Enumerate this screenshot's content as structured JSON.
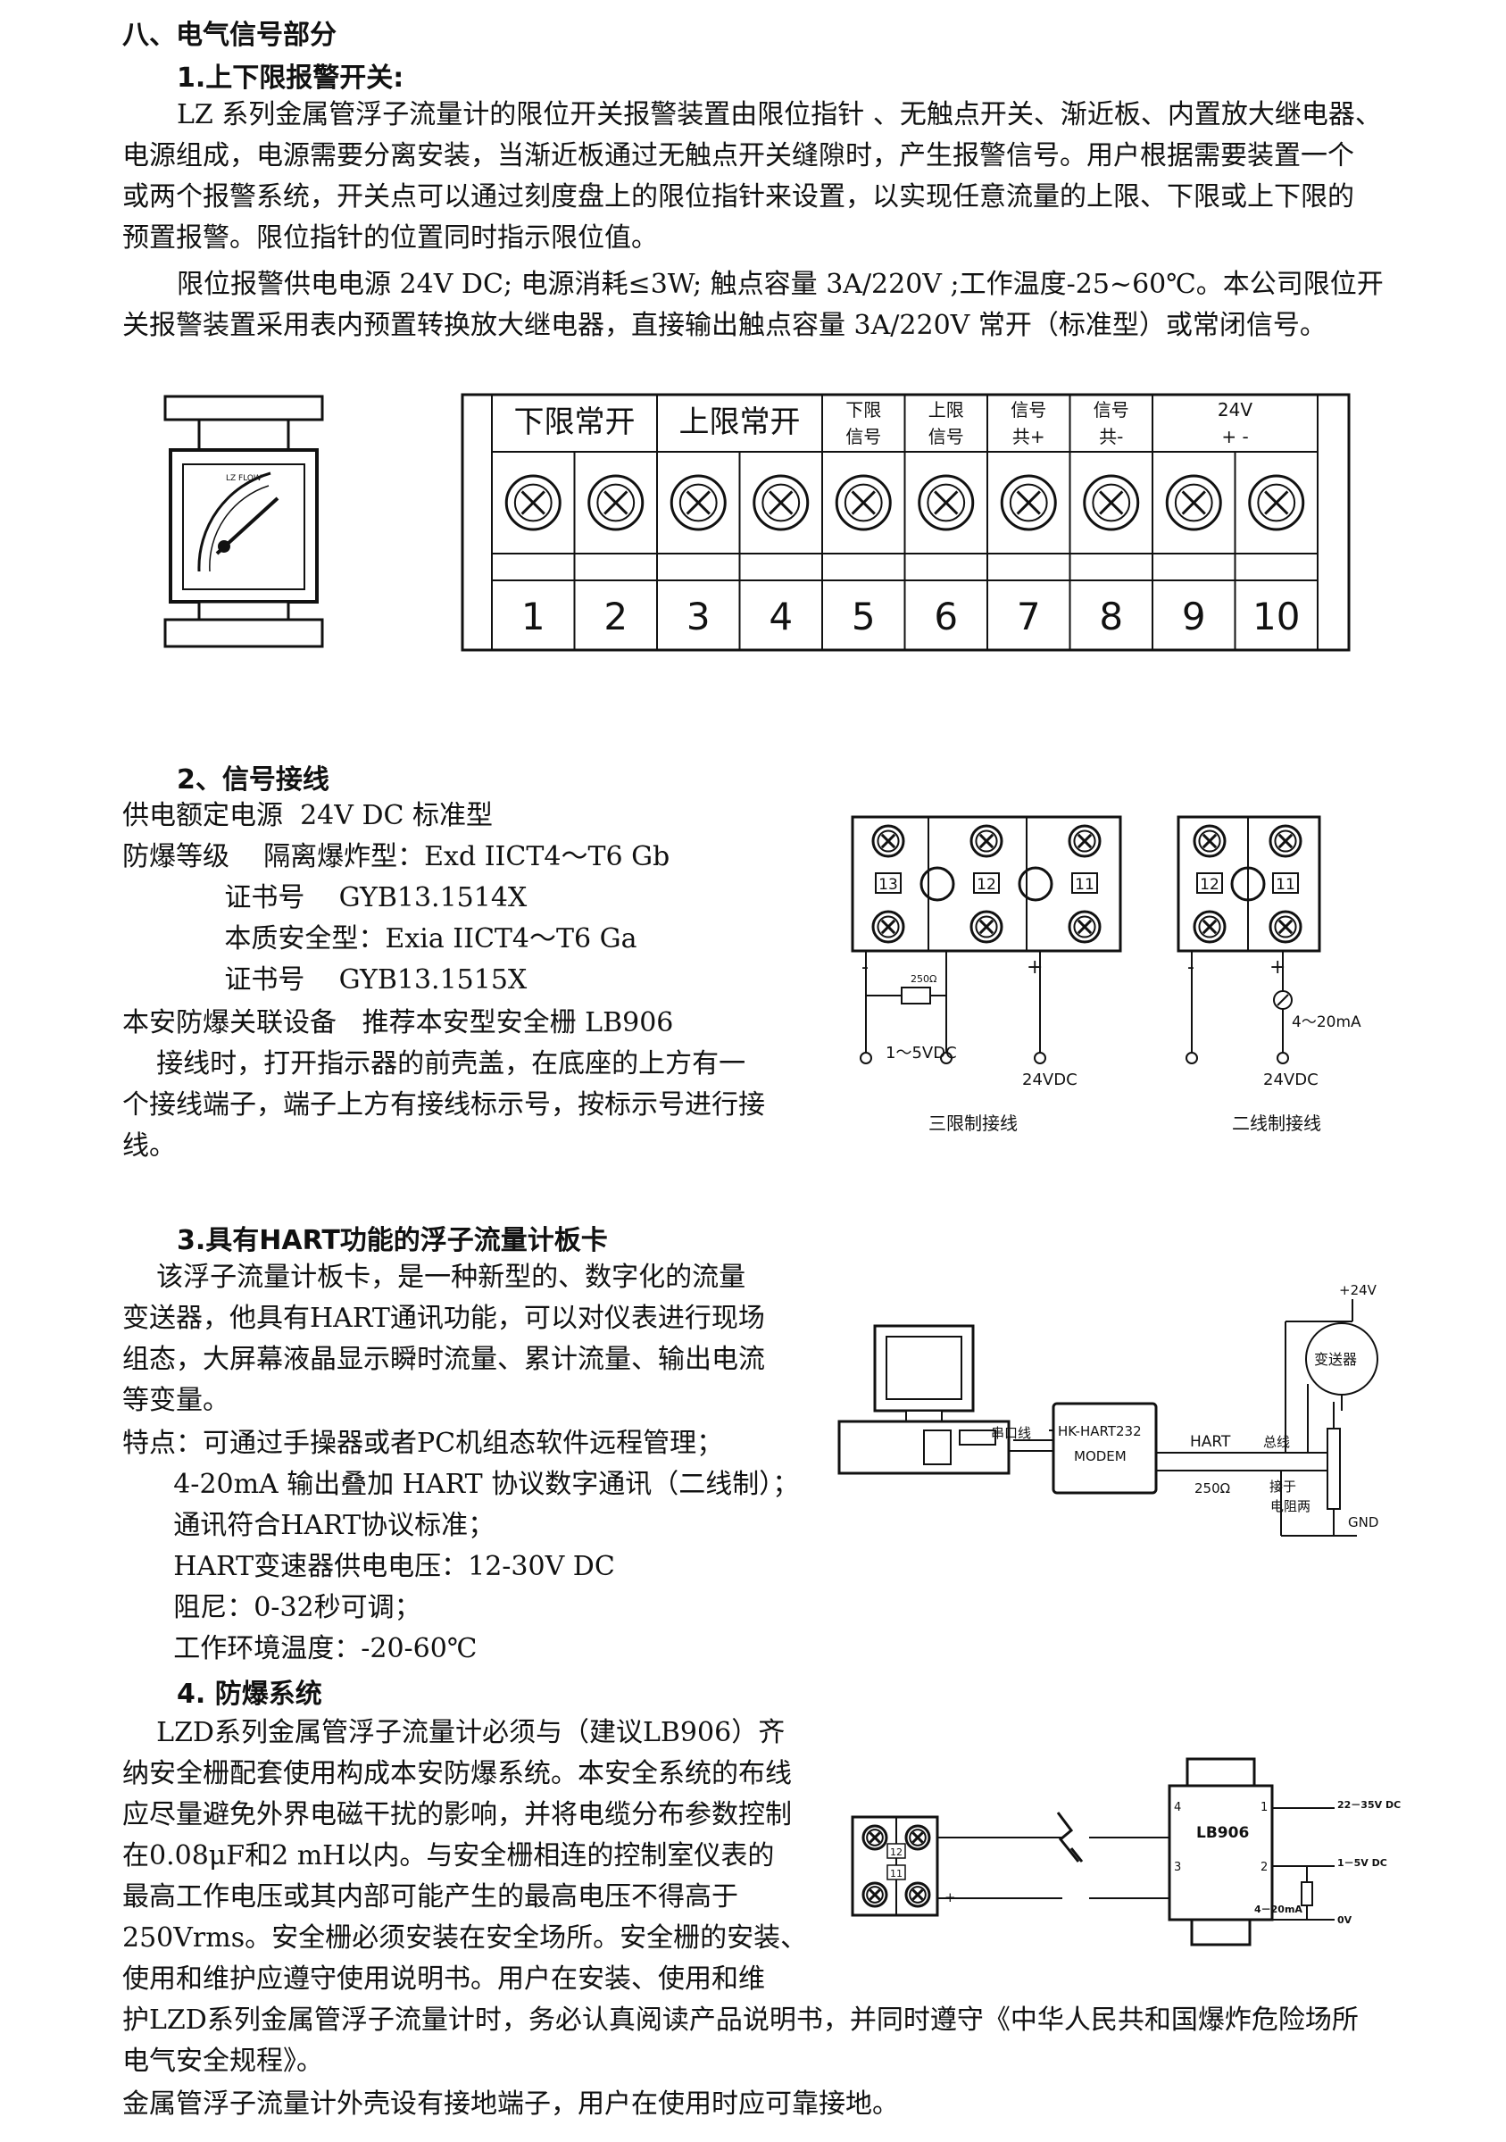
{
  "section": {
    "title": "八、电气信号部分"
  },
  "alarm": {
    "heading": "1.上下限报警开关:",
    "p1": [
      "LZ 系列金属管浮子流量计的限位开关报警装置由限位指针 、无触点开关、渐近板、内置放大继电器、",
      "电源组成，电源需要分离安装，当渐近板通过无触点开关缝隙时，产生报警信号。用户根据需要装置一个",
      "或两个报警系统，开关点可以通过刻度盘上的限位指针来设置，以实现任意流量的上限、下限或上下限的",
      "预置报警。限位指针的位置同时指示限位值。"
    ],
    "p2": [
      "限位报警供电电源 24V DC;  电源消耗≤3W; 触点容量 3A/220V ;工作温度-25~60℃。本公司限位开",
      "关报警装置采用表内预置转换放大继电器，直接输出触点容量 3A/220V 常开（标准型）或常闭信号。"
    ],
    "terminal_headers": [
      {
        "line1": "下限常开",
        "line2": ""
      },
      {
        "line1": "上限常开",
        "line2": ""
      },
      {
        "line1": "下限",
        "line2": "信号"
      },
      {
        "line1": "上限",
        "line2": "信号"
      },
      {
        "line1": "信号",
        "line2": "共+"
      },
      {
        "line1": "信号",
        "line2": "共-"
      },
      {
        "line1": "24V",
        "line2": "+            -"
      }
    ],
    "terminal_numbers": [
      "1",
      "2",
      "3",
      "4",
      "5",
      "6",
      "7",
      "8",
      "9",
      "10"
    ]
  },
  "wiring": {
    "heading": "2、信号接线",
    "lines": [
      "供电额定电源  24V DC 标准型",
      "防爆等级    隔离爆炸型：Exd IICT4～T6 Gb",
      "            证书号    GYB13.1514X",
      "            本质安全型：Exia IICT4～T6 Ga",
      "            证书号    GYB13.1515X",
      "本安防爆关联设备   推荐本安型安全栅 LB906",
      "    接线时，打开指示器的前壳盖，在底座的上方有一",
      "个接线端子，端子上方有接线标示号，按标示号进行接",
      "线。"
    ],
    "diagram3": {
      "terminals": [
        "13",
        "12",
        "11"
      ],
      "minus": "-",
      "plus": "+",
      "resistor": "250Ω",
      "voltage": "1～5VDC",
      "supply": "24VDC",
      "caption": "三限制接线"
    },
    "diagram2": {
      "terminals": [
        "12",
        "11"
      ],
      "minus": "-",
      "plus": "+",
      "current": "4～20mA",
      "supply": "24VDC",
      "caption": "二线制接线"
    }
  },
  "hart": {
    "heading": "3.具有HART功能的浮子流量计板卡",
    "lines": [
      "    该浮子流量计板卡，是一种新型的、数字化的流量",
      "变送器，他具有HART通讯功能，可以对仪表进行现场",
      "组态，大屏幕液晶显示瞬时流量、累计流量、输出电流",
      "等变量。",
      "特点：可通过手操器或者PC机组态软件远程管理；",
      "      4-20mA 输出叠加 HART 协议数字通讯（二线制）；",
      "      通讯符合HART协议标准；",
      "      HART变速器供电电压：12-30V DC",
      "      阻尼：0-32秒可调；",
      "      工作环境温度：-20-60℃"
    ],
    "diagram": {
      "supply": "+24V",
      "transmitter": "变送器",
      "serial": "串口线",
      "modem1": "HK-HART232",
      "modem2": "MODEM",
      "hart": "HART",
      "bus": "总线",
      "resistor": "250Ω",
      "connect1": "接于",
      "connect2": "电阻两",
      "gnd": "GND"
    }
  },
  "explosion": {
    "heading": "4. 防爆系统",
    "lines": [
      "    LZD系列金属管浮子流量计必须与（建议LB906）齐",
      "纳安全栅配套使用构成本安防爆系统。本安全系统的布线",
      "应尽量避免外界电磁干扰的影响，并将电缆分布参数控制",
      "在0.08μF和2 mH以内。与安全栅相连的控制室仪表的",
      "最高工作电压或其内部可能产生的最高电压不得高于",
      "250Vrms。安全栅必须安装在安全场所。安全栅的安装、",
      "使用和维护应遵守使用说明书。用户在安装、使用和维"
    ],
    "full_lines": [
      "护LZD系列金属管浮子流量计时，务必认真阅读产品说明书，并同时遵守《中华人民共和国爆炸危险场所",
      "电气安全规程》。",
      "金属管浮子流量计外壳设有接地端子，用户在使用时应可靠接地。"
    ],
    "diagram": {
      "barrier": "LB906",
      "pin4": "4",
      "pin3": "3",
      "pin1": "1",
      "pin2": "2",
      "v1": "22－35V DC",
      "v2": "1－5V DC",
      "current": "4－20mA",
      "zero": "0V",
      "t12": "12",
      "t11": "11",
      "minus": "-",
      "plus": "+"
    }
  }
}
